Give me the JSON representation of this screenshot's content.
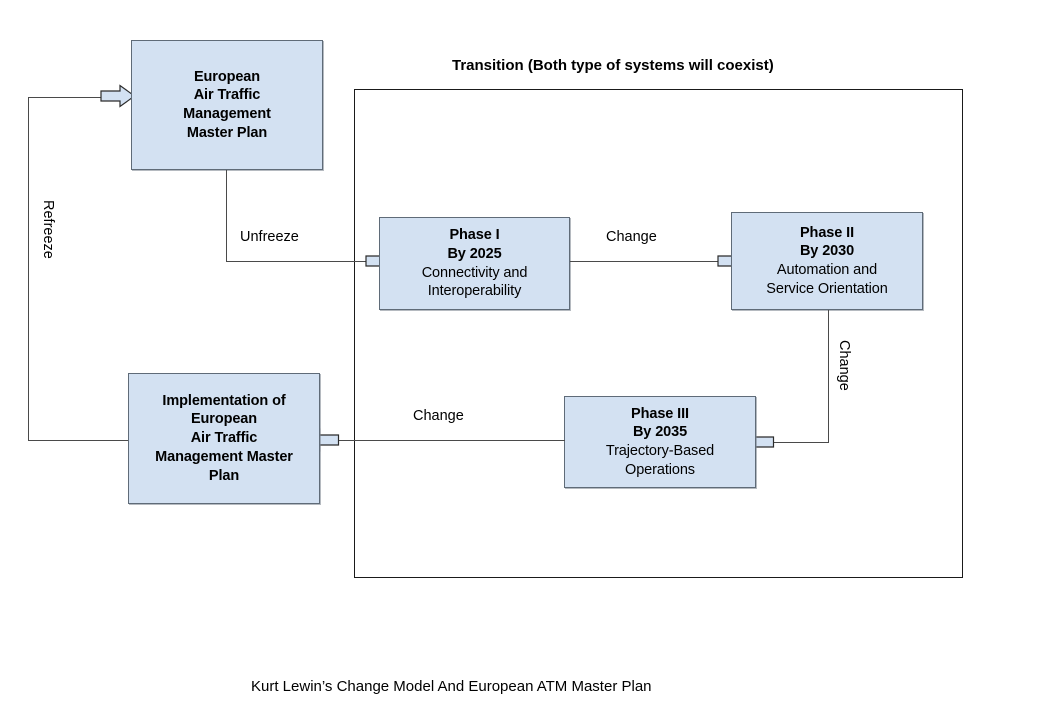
{
  "diagram": {
    "caption": "Kurt Lewin’s Change Model And European ATM Master  Plan",
    "transition_title": "Transition (Both type of systems will coexist)",
    "colors": {
      "node_fill": "#d3e1f2",
      "node_border": "#5f6b78",
      "line": "#4a4a4a",
      "transition_border": "#1a1a1a",
      "text": "#000000"
    },
    "nodes": [
      {
        "id": "eatm-master-plan",
        "title": "European\nAir Traffic\nManagement\nMaster Plan",
        "subtitle": ""
      },
      {
        "id": "phase-1",
        "title": "Phase I\nBy 2025",
        "subtitle": "Connectivity and\nInteroperability"
      },
      {
        "id": "phase-2",
        "title": "Phase II\nBy 2030",
        "subtitle": "Automation and\nService Orientation"
      },
      {
        "id": "phase-3",
        "title": "Phase III\nBy 2035",
        "subtitle": "Trajectory-Based\nOperations"
      },
      {
        "id": "implementation",
        "title": "Implementation of\nEuropean\nAir Traffic\nManagement Master\nPlan",
        "subtitle": ""
      }
    ],
    "edge_labels": {
      "refreeze": "Refreeze",
      "unfreeze": "Unfreeze",
      "change_1": "Change",
      "change_2": "Change",
      "change_3": "Change"
    }
  }
}
